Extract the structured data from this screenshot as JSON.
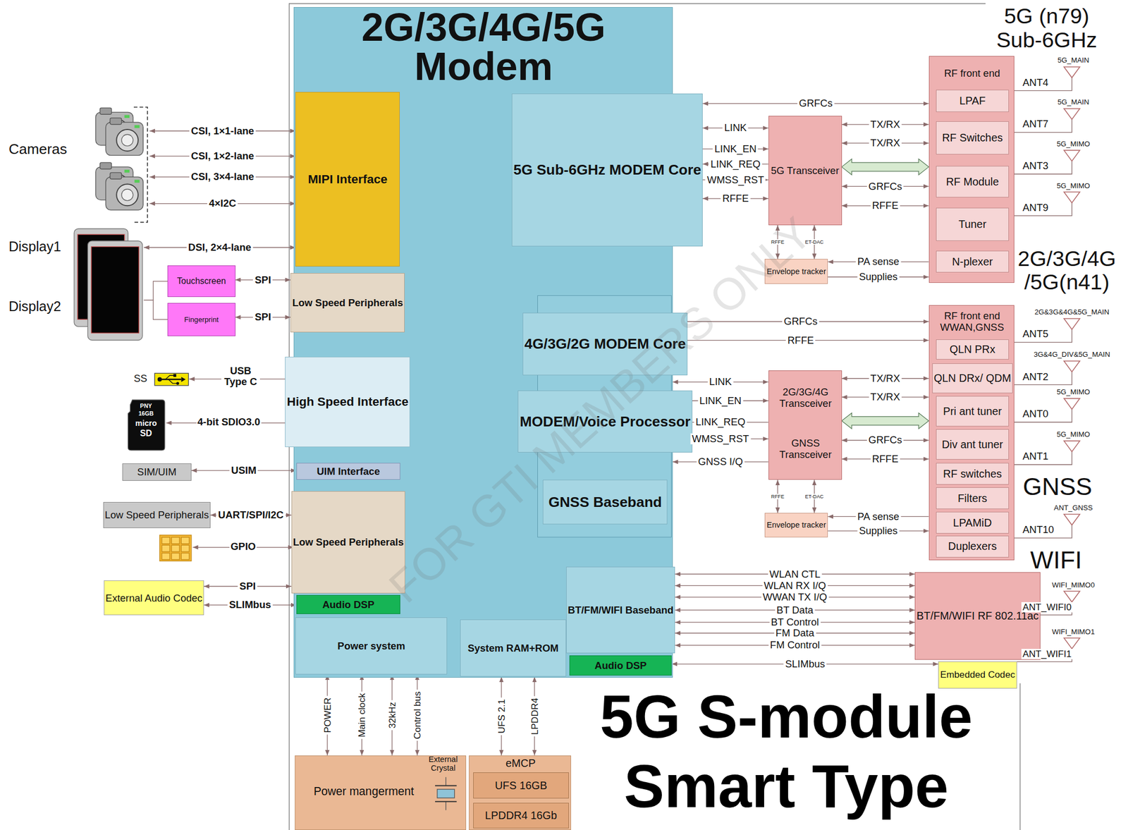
{
  "diagram": {
    "title": "5G S-module Smart Type",
    "nodes": [
      {
        "text": [
          "2G/3G/4G/5G Modem"
        ]
      },
      {
        "text": [
          "MIPI Interface"
        ],
        "in": 0
      },
      {
        "text": [
          "Low Speed Peripherals"
        ],
        "in": 0
      },
      {
        "text": [
          "High Speed Interface"
        ],
        "in": 0
      },
      {
        "text": [
          "UIM Interface"
        ],
        "in": 0
      },
      {
        "text": [
          "Low Speed Peripherals"
        ],
        "in": 0
      },
      {
        "text": [
          "Audio DSP"
        ],
        "in": 0
      },
      {
        "text": [
          "Power system"
        ],
        "in": 0
      },
      {
        "text": [
          "System RAM+ROM"
        ],
        "in": 0
      },
      {
        "text": [
          "5G Sub-6GHz MODEM Core"
        ],
        "in": 0
      },
      {
        "text": [
          "4G/3G/2G MODEM Core"
        ],
        "in": 0
      },
      {
        "text": [
          "MODEM/Voice Processor"
        ],
        "in": 0
      },
      {
        "text": [
          "GNSS Baseband"
        ],
        "in": 0
      },
      {
        "text": [
          "BT/FM/WIFI Baseband"
        ],
        "in": 0
      },
      {
        "text": [
          "Audio DSP"
        ],
        "in": 0
      },
      {
        "text": [
          "Cameras"
        ]
      },
      {
        "text": [
          "Display1",
          "Display2"
        ]
      },
      {
        "text": [
          "Touchscreen"
        ]
      },
      {
        "text": [
          "Fingerprint"
        ]
      },
      {
        "text": [
          "SIM/UIM"
        ]
      },
      {
        "text": [
          "Low Speed Peripherals"
        ]
      },
      {
        "text": [
          "External Audio Codec"
        ]
      },
      {
        "text": [
          "Power mangerment"
        ]
      },
      {
        "text": [
          "eMCP"
        ]
      },
      {
        "text": [
          "UFS 16GB"
        ],
        "in": 23
      },
      {
        "text": [
          "LPDDR4 16Gb"
        ],
        "in": 23
      },
      {
        "text": [
          "5G Transceiver"
        ]
      },
      {
        "text": [
          "Envelope tracker"
        ]
      },
      {
        "text": [
          "RF front end"
        ]
      },
      {
        "text": [
          "LPAF"
        ],
        "in": 28
      },
      {
        "text": [
          "RF Switches"
        ],
        "in": 28
      },
      {
        "text": [
          "RF Module"
        ],
        "in": 28
      },
      {
        "text": [
          "Tuner"
        ],
        "in": 28
      },
      {
        "text": [
          "N-plexer"
        ],
        "in": 28
      },
      {
        "text": [
          "2G/3G/4G Transceiver",
          "GNSS Transceiver"
        ]
      },
      {
        "text": [
          "Envelope tracker"
        ]
      },
      {
        "text": [
          "RF front end WWAN,GNSS"
        ]
      },
      {
        "text": [
          "QLN PRx"
        ],
        "in": 36
      },
      {
        "text": [
          "QLN DRx/ QDM"
        ],
        "in": 36
      },
      {
        "text": [
          "Pri ant tuner"
        ],
        "in": 36
      },
      {
        "text": [
          "Div ant tuner"
        ],
        "in": 36
      },
      {
        "text": [
          "RF switches"
        ],
        "in": 36
      },
      {
        "text": [
          "Filters"
        ],
        "in": 36
      },
      {
        "text": [
          "LPAMiD"
        ],
        "in": 36
      },
      {
        "text": [
          "Duplexers"
        ],
        "in": 36
      },
      {
        "text": [
          "BT/FM/WIFI RF 802.11ac"
        ]
      },
      {
        "text": [
          "Embedded Codec"
        ]
      }
    ],
    "edges": [
      {
        "from": 15,
        "to": 1,
        "label": "CSI, 1×1-lane",
        "arrow": "both"
      },
      {
        "from": 15,
        "to": 1,
        "label": "CSI, 1×2-lane",
        "arrow": "both"
      },
      {
        "from": 15,
        "to": 1,
        "label": "CSI, 3×4-lane",
        "arrow": "both"
      },
      {
        "from": 15,
        "to": 1,
        "label": "4×I2C",
        "arrow": "both"
      },
      {
        "from": 16,
        "to": 1,
        "label": "DSI, 2×4-lane",
        "arrow": "both"
      },
      {
        "from": 17,
        "to": 2,
        "label": "SPI",
        "arrow": "both"
      },
      {
        "from": 18,
        "to": 2,
        "label": "SPI",
        "arrow": "both"
      },
      {
        "from": 17,
        "to": 16,
        "arrow": "none"
      },
      {
        "from": 18,
        "to": 16,
        "arrow": "none"
      },
      {
        "from": 19,
        "to": 4,
        "label": "USIM",
        "arrow": "both"
      },
      {
        "from": 20,
        "to": 5,
        "label": "UART/SPI/I2C",
        "arrow": "both"
      },
      {
        "from": 21,
        "to": 5,
        "label": "SPI",
        "arrow": "both"
      },
      {
        "from": 21,
        "to": 6,
        "label": "SLIMbus",
        "arrow": "both"
      },
      {
        "from": 22,
        "to": 7,
        "label": "POWER",
        "arrow": "both"
      },
      {
        "from": 22,
        "to": 7,
        "label": "Main clock",
        "arrow": "both"
      },
      {
        "from": 22,
        "to": 7,
        "label": "32kHz",
        "arrow": "both"
      },
      {
        "from": 22,
        "to": 7,
        "label": "Control bus",
        "arrow": "both"
      },
      {
        "from": 23,
        "to": 8,
        "label": "UFS 2.1",
        "arrow": "both"
      },
      {
        "from": 23,
        "to": 8,
        "label": "LPDDR4",
        "arrow": "both"
      },
      {
        "from": 9,
        "to": 28,
        "label": "GRFCs",
        "arrow": "both"
      },
      {
        "from": 9,
        "to": 26,
        "label": "LINK",
        "arrow": "both"
      },
      {
        "from": 9,
        "to": 26,
        "label": "LINK_EN",
        "arrow": "to"
      },
      {
        "from": 26,
        "to": 9,
        "label": "LINK_REQ",
        "arrow": "to"
      },
      {
        "from": 9,
        "to": 26,
        "label": "WMSS_RST",
        "arrow": "to"
      },
      {
        "from": 9,
        "to": 26,
        "label": "RFFE",
        "arrow": "both"
      },
      {
        "from": 26,
        "to": 28,
        "label": "TX/RX",
        "arrow": "both"
      },
      {
        "from": 26,
        "to": 28,
        "label": "TX/RX",
        "arrow": "both"
      },
      {
        "from": 26,
        "to": 28,
        "arrow": "both"
      },
      {
        "from": 26,
        "to": 28,
        "label": "GRFCs",
        "arrow": "both"
      },
      {
        "from": 26,
        "to": 28,
        "label": "RFFE",
        "arrow": "both"
      },
      {
        "from": 26,
        "to": 27,
        "label": "RFFE",
        "arrow": "both"
      },
      {
        "from": 26,
        "to": 27,
        "label": "ET-DAC",
        "arrow": "both"
      },
      {
        "from": 28,
        "to": 27,
        "label": "PA sense",
        "arrow": "to"
      },
      {
        "from": 27,
        "to": 28,
        "label": "Supplies",
        "arrow": "to"
      },
      {
        "from": 0,
        "to": 36,
        "label": "GRFCs",
        "arrow": "both"
      },
      {
        "from": 0,
        "to": 36,
        "label": "RFFE",
        "arrow": "both"
      },
      {
        "from": 0,
        "to": 34,
        "label": "LINK",
        "arrow": "both"
      },
      {
        "from": 0,
        "to": 34,
        "label": "LINK_EN",
        "arrow": "to"
      },
      {
        "from": 34,
        "to": 0,
        "label": "LINK_REQ",
        "arrow": "to"
      },
      {
        "from": 0,
        "to": 34,
        "label": "WMSS_RST",
        "arrow": "to"
      },
      {
        "from": 34,
        "to": 0,
        "label": "GNSS I/Q",
        "arrow": "to"
      },
      {
        "from": 34,
        "to": 36,
        "label": "TX/RX",
        "arrow": "both"
      },
      {
        "from": 34,
        "to": 36,
        "label": "TX/RX",
        "arrow": "both"
      },
      {
        "from": 34,
        "to": 36,
        "arrow": "both"
      },
      {
        "from": 34,
        "to": 36,
        "label": "GRFCs",
        "arrow": "both"
      },
      {
        "from": 34,
        "to": 36,
        "label": "RFFE",
        "arrow": "both"
      },
      {
        "from": 34,
        "to": 35,
        "label": "RFFE",
        "arrow": "both"
      },
      {
        "from": 34,
        "to": 35,
        "label": "ET-DAC",
        "arrow": "both"
      },
      {
        "from": 36,
        "to": 35,
        "label": "PA sense",
        "arrow": "to"
      },
      {
        "from": 35,
        "to": 36,
        "label": "Supplies",
        "arrow": "to"
      },
      {
        "from": 13,
        "to": 45,
        "label": "WLAN CTL",
        "arrow": "both"
      },
      {
        "from": 13,
        "to": 45,
        "label": "WLAN RX I/Q",
        "arrow": "both"
      },
      {
        "from": 13,
        "to": 45,
        "label": "WWAN TX I/Q",
        "arrow": "both"
      },
      {
        "from": 13,
        "to": 45,
        "label": "BT Data",
        "arrow": "both"
      },
      {
        "from": 13,
        "to": 45,
        "label": "BT Control",
        "arrow": "both"
      },
      {
        "from": 13,
        "to": 45,
        "label": "FM Data",
        "arrow": "both"
      },
      {
        "from": 13,
        "to": 45,
        "label": "FM Control",
        "arrow": "both"
      },
      {
        "from": 14,
        "to": 46,
        "label": "SLIMbus",
        "arrow": "both"
      }
    ],
    "labels": [
      "5G (n79) Sub-6GHz",
      "5G_MAIN",
      "ANT4",
      "5G_MAIN",
      "ANT7",
      "5G_MIMO",
      "ANT3",
      "5G_MIMO",
      "ANT9",
      "2G/3G/4G /5G(n41)",
      "2G&3G&4G&5G_MAIN",
      "ANT5",
      "3G&4G_DIV&5G_MAIN",
      "ANT2",
      "5G_MIMO",
      "ANT0",
      "5G_MIMO",
      "ANT1",
      "GNSS",
      "ANT_GNSS",
      "ANT10",
      "WIFI",
      "WIFI_MIMO0",
      "ANT_WIFI0",
      "WIFI_MIMO1",
      "ANT_WIFI1",
      "SS",
      "USB Type C",
      "PNY",
      "16GB",
      "micro",
      "SD",
      "4-bit SDIO3.0",
      "GPIO",
      "External Crystal",
      "FOR GTI MEMBERS ONLY"
    ]
  }
}
